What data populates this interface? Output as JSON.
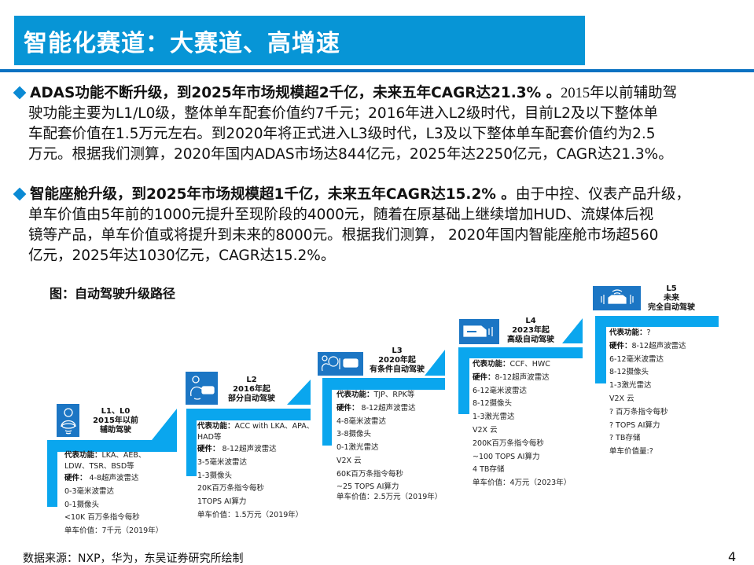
{
  "header": {
    "title": "智能化赛道：大赛道、高增速",
    "accent_color": "#0795d6",
    "rule_color": "#0b72c2"
  },
  "bullets": [
    {
      "icon": "diamond-bullet-icon",
      "bold_lead": "ADAS功能不断升级，到2025年市场规模超2千亿，未来五年CAGR达21.3% 。",
      "line1_rest": "2015年以前辅助驾",
      "lines": [
        "驶功能主要为L1/L0级，整体单车配套价值约7千元；2016年进入L2级时代，目前L2及以下整体单",
        "车配套价值在1.5万元左右。到2020年将正式进入L3级时代，L3及以下整体单车配套价值约为2.5",
        "万元。根据我们测算，2020年国内ADAS市场达844亿元，2025年达2250亿元，CAGR达21.3%。"
      ]
    },
    {
      "icon": "diamond-bullet-icon",
      "bold_lead": "智能座舱升级，到2025年市场规模超1千亿，未来五年CAGR达15.2% 。",
      "line1_rest": "由于中控、仪表产品升级，",
      "lines": [
        "单车价值由5年前的1000元提升至现阶段的4000元，随着在原基础上继续增加HUD、流媒体后视",
        "镜等产品，单车价值或将提升到未来的8000元。根据我们测算， 2020年国内智能座舱市场超560",
        "亿元，2025年达1030亿元，CAGR达15.2%。"
      ]
    }
  ],
  "figure": {
    "title": "图：自动驾驶升级路径",
    "bar_color": "#0aa6ee",
    "icon_bg_color": "#1c76c4",
    "steps": [
      {
        "level": "L1、L0",
        "year": "2015年以前",
        "name": "辅助驾驶",
        "icon": "driver-steering-wheel-icon",
        "func_label": "代表功能：",
        "func_value": "LKA、AEB、",
        "func_value2": "LDW、TSR、BSD等",
        "hw_label": "硬件：",
        "hw_value": " 4-8超声波雷达",
        "items": [
          "0-3毫米波雷达",
          "0-1摄像头",
          " <10K 百万条指令每秒",
          "单车价值：7千元（2019年）"
        ]
      },
      {
        "level": "L2",
        "year": "2016年起",
        "name": "部分自动驾驶",
        "icon": "driver-assist-car-icon",
        "func_label": "代表功能：",
        "func_value": "ACC with LKA、APA、",
        "func_value2": "HAD等",
        "hw_label": "硬件：",
        "hw_value": " 8-12超声波雷达",
        "items": [
          "3-5毫米波雷达",
          "1-3摄像头",
          "20K百万条指令每秒",
          "1TOPS AI算力",
          "单车价值：1.5万元（2019年）"
        ]
      },
      {
        "level": "L3",
        "year": "2020年起",
        "name": "有条件自动驾驶",
        "icon": "conditional-autonomy-icon",
        "func_label": "代表功能：",
        "func_value": "TJP、RPK等",
        "hw_label": "硬件：",
        "hw_value": " 8-12超声波雷达",
        "items": [
          "4-8毫米波雷达",
          "3-8摄像头",
          "0-1激光雷达",
          "V2X 云",
          "60K百万条指令每秒",
          "~25 TOPS AI算力",
          "单车价值：2.5万元（2019年）"
        ]
      },
      {
        "level": "L4",
        "year": "2023年起",
        "name": "高级自动驾驶",
        "icon": "car-sensor-icon",
        "func_label": "代表功能：",
        "func_value": "CCF、HWC",
        "hw_label": "硬件：",
        "hw_value": "8-12超声波雷达",
        "items": [
          "6-12毫米波雷达",
          "8-12摄像头",
          "1-3激光雷达",
          "V2X 云",
          "200K百万条指令每秒",
          "~100 TOPS AI算力",
          "4 TB存储",
          "单车价值：4万元（2023年）"
        ]
      },
      {
        "level": "L5",
        "year": "未来",
        "name": "完全自动驾驶",
        "icon": "autonomous-car-signal-icon",
        "func_label": "代表功能：",
        "func_value": "?",
        "hw_label": "硬件：",
        "hw_value": "8-12超声波雷达",
        "items": [
          "6-12毫米波雷达",
          "8-12摄像头",
          "1-3激光雷达",
          "V2X 云",
          "? 百万条指令每秒",
          "? TOPS AI算力",
          "? TB存储",
          "单车价值量:?"
        ]
      }
    ]
  },
  "footer": {
    "source": "数据来源：NXP，华为，东吴证券研究所绘制",
    "page_number": "4"
  }
}
